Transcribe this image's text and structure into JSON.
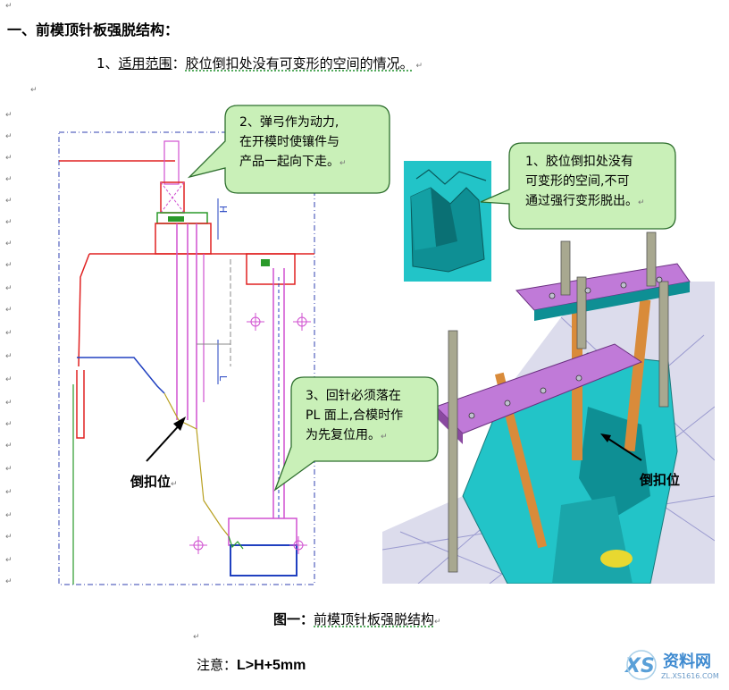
{
  "heading": "一、前模顶针板强脱结构：",
  "subheading": {
    "number": "1、",
    "label": "适用范围",
    "colon": "：",
    "text": "胶位倒扣处没有可变形的空间的情况。"
  },
  "callouts": [
    {
      "lines": [
        "2、弹弓作为动力,",
        "在开模时使镶件与",
        "产品一起向下走。"
      ]
    },
    {
      "lines": [
        "1、胶位倒扣处没有",
        "可变形的空间,不可",
        "通过强行变形脱出。"
      ]
    },
    {
      "lines": [
        "3、回针必须落在",
        "PL 面上,合模时作",
        "为先复位用。"
      ]
    }
  ],
  "left_drawing": {
    "undercut_label": "倒扣位",
    "dim_h": "H",
    "dim_l": "L"
  },
  "right_model": {
    "undercut_label": "倒扣位"
  },
  "caption": {
    "prefix": "图一：",
    "text": "前模顶针板强脱结构"
  },
  "note": {
    "prefix": "注意：",
    "formula": "L>H+5mm"
  },
  "watermark": {
    "brand": "资料网",
    "url": "ZL.XS1616.COM"
  },
  "colors": {
    "callout_fill": "#c9f0b8",
    "callout_stroke": "#2e6f2e",
    "drawing_red": "#e02020",
    "drawing_magenta": "#d050d0",
    "drawing_blue": "#2040c0",
    "model_cyan": "#22c4c8",
    "model_purple": "#c07ad8",
    "model_orange": "#d98b3a"
  }
}
